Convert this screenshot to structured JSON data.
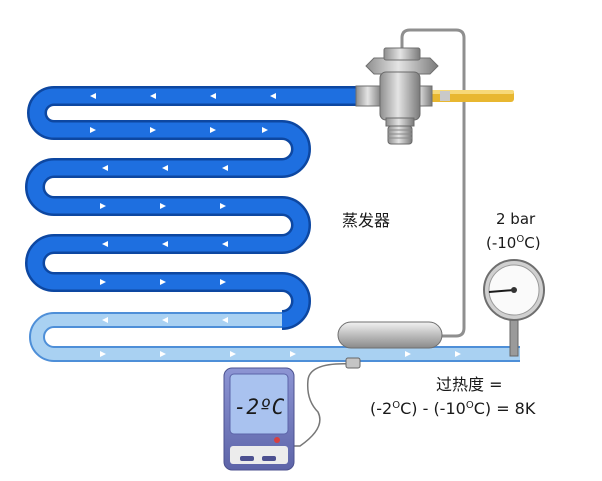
{
  "evaporator_label": "蒸发器",
  "pressure_label": "2 bar",
  "pressure_temp": {
    "open": "(-10",
    "sup": "O",
    "unit": "C)"
  },
  "display_reading": "-2ºC",
  "superheat": {
    "title": "过热度 =",
    "formula": [
      {
        "t": "(-2"
      },
      {
        "t": "O",
        "sup": true
      },
      {
        "t": "C) - (-10"
      },
      {
        "t": "O",
        "sup": true
      },
      {
        "t": "C) = 8K"
      }
    ]
  },
  "colors": {
    "coil": "#1565d8",
    "coil_light": "#8ec0ee",
    "outlet_pipe": "#a9d1f2",
    "liquid_line": "#e8b730",
    "capillary": "#8f8f8f",
    "thermometer_body": "#7b83c6",
    "thermometer_screen": "#a9c2ef"
  }
}
